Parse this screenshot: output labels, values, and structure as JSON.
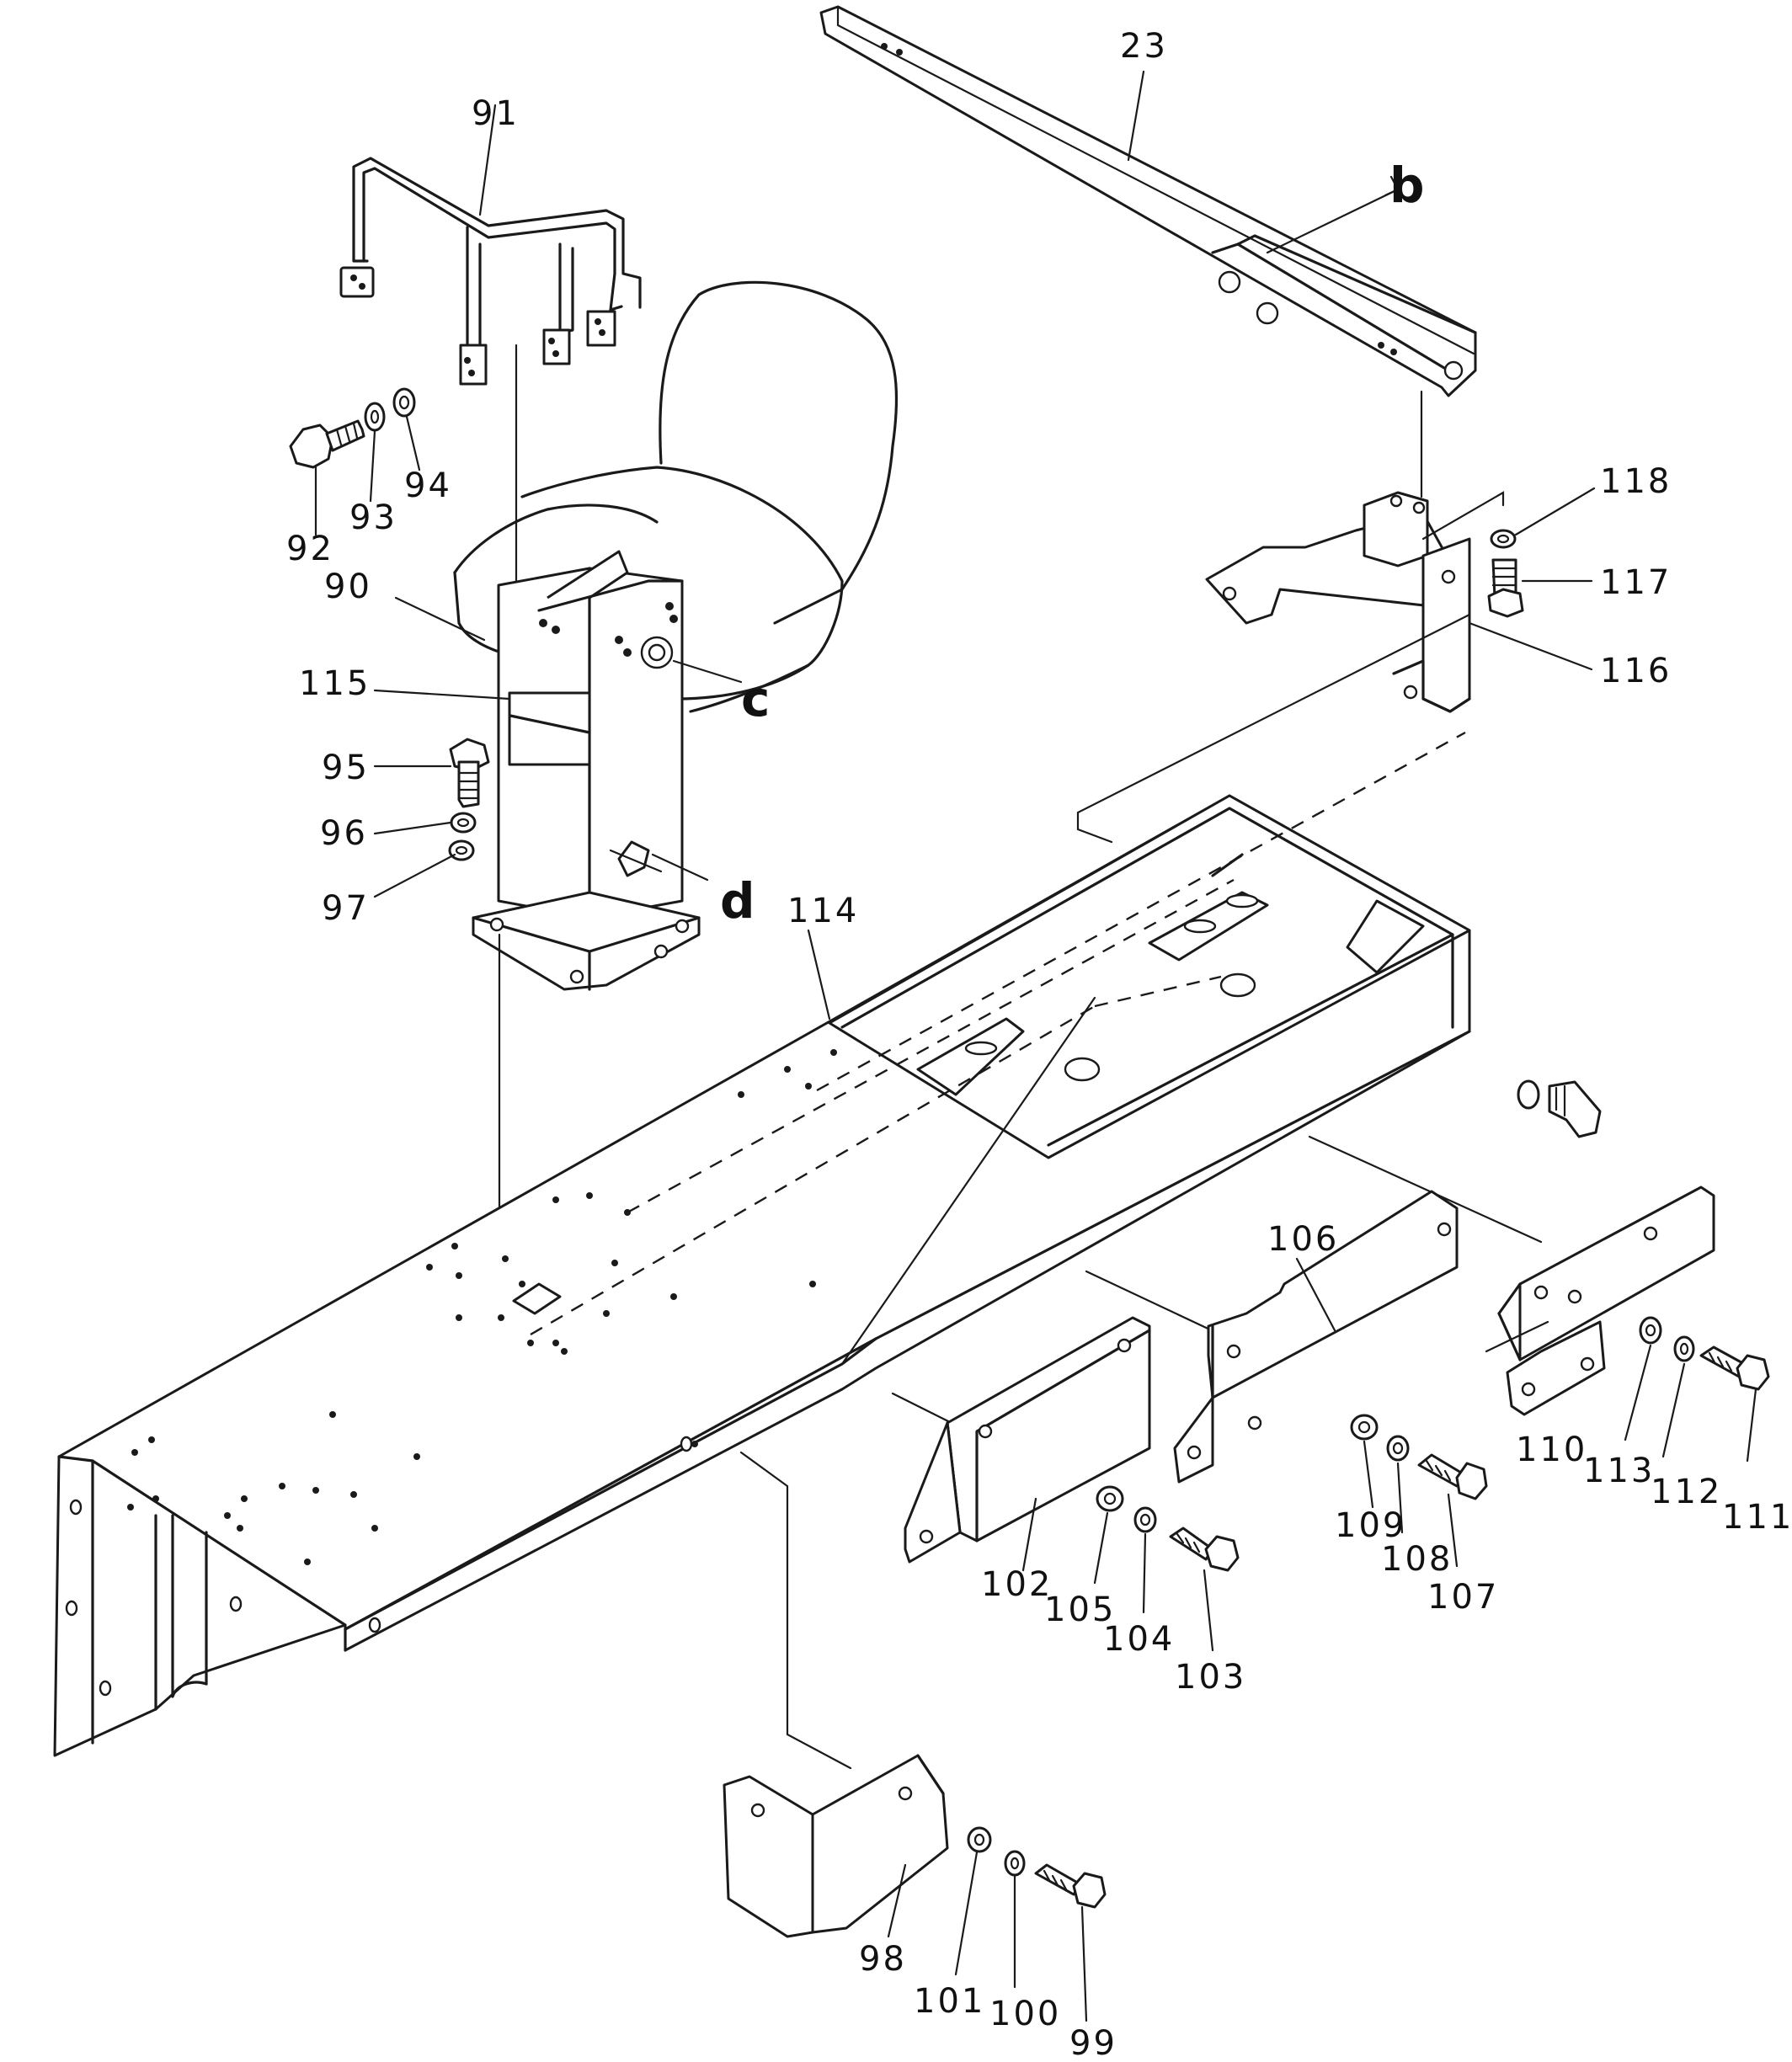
{
  "labels": {
    "l23": "23",
    "lb": "b",
    "l91": "91",
    "l92": "92",
    "l93": "93",
    "l94": "94",
    "l90": "90",
    "l115": "115",
    "lc": "c",
    "l95": "95",
    "l96": "96",
    "l97": "97",
    "ld": "d",
    "l114": "114",
    "l118": "118",
    "l117": "117",
    "l116": "116",
    "l106": "106",
    "l109": "109",
    "l108": "108",
    "l107": "107",
    "l110": "110",
    "l113": "113",
    "l112": "112",
    "l111": "111",
    "l102": "102",
    "l105": "105",
    "l104": "104",
    "l103": "103",
    "l98": "98",
    "l101": "101",
    "l100": "100",
    "l99": "99"
  }
}
